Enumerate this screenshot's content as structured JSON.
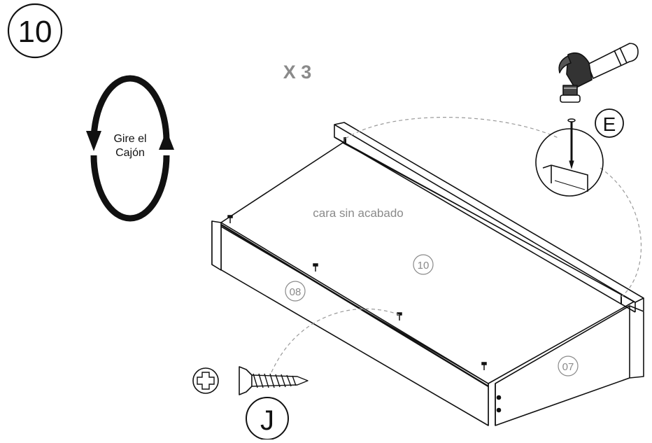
{
  "step": {
    "number": "10"
  },
  "quantity": "X 3",
  "rotate": {
    "line1": "Gire el",
    "line2": "Cajón"
  },
  "surface_note": "cara sin acabado",
  "parts": {
    "bottom": "10",
    "side": "08",
    "front": "07"
  },
  "hardware": {
    "nail": "E",
    "screw": "J"
  },
  "colors": {
    "ink": "#111111",
    "muted": "#8a8a8a",
    "dash": "#9a9a9a"
  },
  "icons": {
    "hammer": "hammer-icon",
    "nail": "nail-icon",
    "screw": "screw-icon",
    "phillips": "phillips-head-icon",
    "rotate": "rotate-arrows-icon"
  }
}
